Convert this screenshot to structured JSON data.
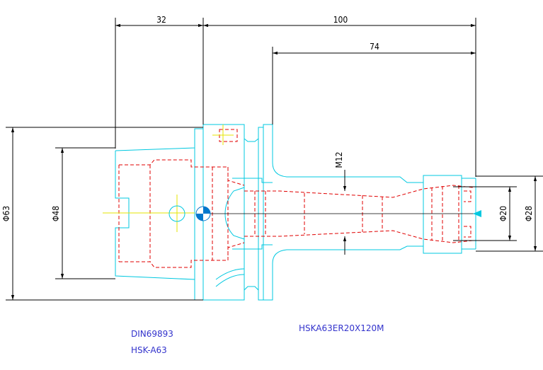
{
  "dimensions": {
    "flange_width": "32",
    "overall_length": "100",
    "body_length": "74",
    "thread": "M12",
    "flange_diameter": "Φ63",
    "taper_diameter": "Φ48",
    "collet_bore_diameter": "Φ20",
    "nose_diameter": "Φ28"
  },
  "notes": {
    "standard": "DIN69893",
    "interface": "HSK-A63",
    "part_number": "HSKA63ER20X120M"
  },
  "colors": {
    "outline": "#00c8e0",
    "hidden_lines": "#e00000",
    "centerlines": "#e6e600",
    "dimensions": "#000000",
    "notes": "#3333cc"
  }
}
